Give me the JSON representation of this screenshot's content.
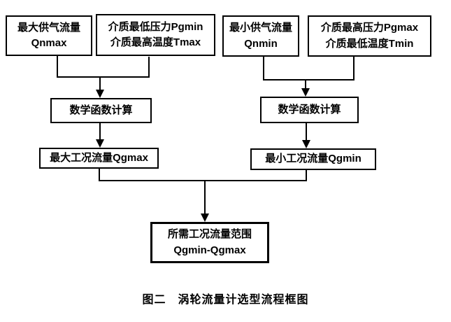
{
  "page": {
    "background": "#ffffff"
  },
  "diagram": {
    "type": "flowchart",
    "caption": "图二　涡轮流量计选型流程框图",
    "colors": {
      "line": "#000000",
      "text": "#000000",
      "box_background": "#ffffff"
    },
    "nodes": [
      {
        "id": "qnmax",
        "lines": [
          "最大供气流量",
          "Qnmax"
        ]
      },
      {
        "id": "pgmin-tmax",
        "lines": [
          "介质最低压力Pgmin",
          "介质最高温度Tmax"
        ]
      },
      {
        "id": "qnmin",
        "lines": [
          "最小供气流量",
          "Qnmin"
        ]
      },
      {
        "id": "pgmax-tmin",
        "lines": [
          "介质最高压力Pgmax",
          "介质最低温度Tmin"
        ]
      },
      {
        "id": "calc-left",
        "lines": [
          "数学函数计算"
        ]
      },
      {
        "id": "calc-right",
        "lines": [
          "数学函数计算"
        ]
      },
      {
        "id": "qgmax",
        "lines": [
          "最大工况流量Qgmax"
        ]
      },
      {
        "id": "qgmin",
        "lines": [
          "最小工况流量Qgmin"
        ]
      },
      {
        "id": "range",
        "lines": [
          "所需工况流量范围",
          "Qgmin-Qgmax"
        ]
      }
    ],
    "edges": [
      {
        "from": [
          "qnmax",
          "pgmin-tmax"
        ],
        "to": "calc-left",
        "style": "merge-arrow"
      },
      {
        "from": [
          "qnmin",
          "pgmax-tmin"
        ],
        "to": "calc-right",
        "style": "merge-arrow"
      },
      {
        "from": [
          "calc-left"
        ],
        "to": "qgmax",
        "style": "arrow"
      },
      {
        "from": [
          "calc-right"
        ],
        "to": "qgmin",
        "style": "arrow"
      },
      {
        "from": [
          "qgmax",
          "qgmin"
        ],
        "to": "range",
        "style": "merge-arrow"
      }
    ]
  }
}
